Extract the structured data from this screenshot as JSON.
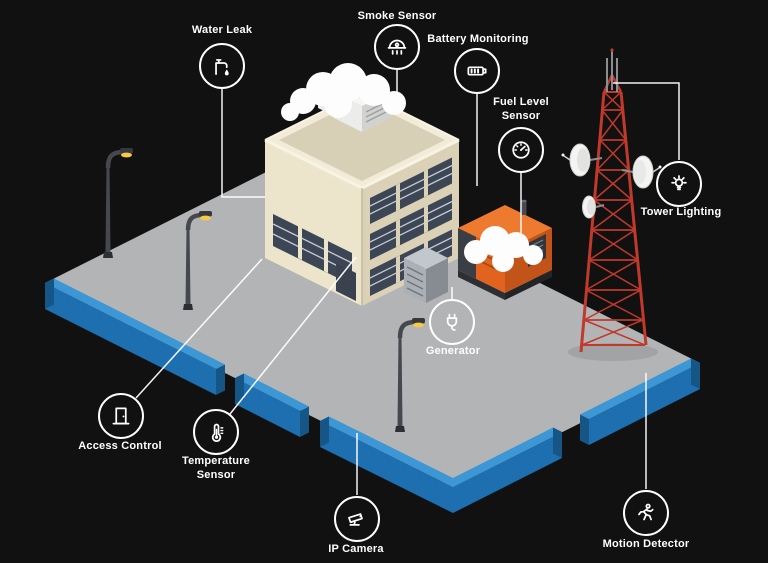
{
  "diagram": {
    "description": "Isometric telecom site: office building, red lattice cell tower with satellite dishes, generator, street lamps, blue perimeter wall on grey yard",
    "colors": {
      "background": "#111111",
      "ground": "#b3b4b6",
      "perimeter_wall_front": "#1e6fb0",
      "perimeter_wall_top": "#3d97d4",
      "building_light": "#ece4cb",
      "building_shade": "#dbd1b6",
      "window": "#3c4654",
      "tower_red": "#c0392b",
      "generator_orange": "#e2631f",
      "lamp_light": "#f7c948",
      "label_text": "#ffffff"
    }
  },
  "sensors": [
    {
      "id": "water-leak",
      "label": "Water Leak",
      "icon": "water-tap-icon"
    },
    {
      "id": "smoke-sensor",
      "label": "Smoke Sensor",
      "icon": "smoke-detector-icon"
    },
    {
      "id": "battery-monitoring",
      "label": "Battery Monitoring",
      "icon": "battery-icon"
    },
    {
      "id": "fuel-level-sensor",
      "label": "Fuel Level Sensor",
      "icon": "fuel-gauge-icon"
    },
    {
      "id": "tower-lighting",
      "label": "Tower Lighting",
      "icon": "light-rays-icon"
    },
    {
      "id": "generator",
      "label": "Generator",
      "icon": "power-plug-icon"
    },
    {
      "id": "access-control",
      "label": "Access Control",
      "icon": "door-icon"
    },
    {
      "id": "temperature-sensor",
      "label": "Temperature Sensor",
      "icon": "thermometer-icon"
    },
    {
      "id": "ip-camera",
      "label": "IP Camera",
      "icon": "cctv-camera-icon"
    },
    {
      "id": "motion-detector",
      "label": "Motion Detector",
      "icon": "running-person-icon"
    }
  ]
}
